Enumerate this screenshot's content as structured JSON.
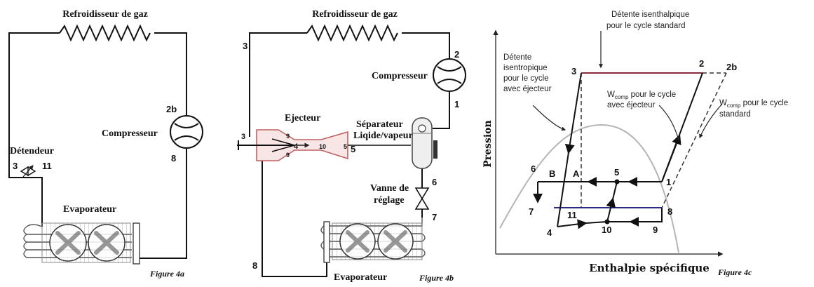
{
  "figure_a": {
    "gas_cooler": "Refroidisseur de gaz",
    "compressor": "Compresseur",
    "expander": "Détendeur",
    "evaporator": "Evaporateur",
    "point_2b": "2b",
    "point_8": "8",
    "point_3": "3",
    "point_11": "11",
    "caption": "Figure 4a"
  },
  "figure_b": {
    "gas_cooler": "Refroidisseur de gaz",
    "compressor": "Compresseur",
    "ejector": "Ejecteur",
    "separator_line1": "Séparateur",
    "separator_line2": "Liqide/vapeur",
    "valve_line1": "Vanne de",
    "valve_line2": "réglage",
    "evaporator": "Evaporateur",
    "points": {
      "p1": "1",
      "p2": "2",
      "p3": "3",
      "p3b": "3",
      "p4": "4",
      "p5": "5",
      "p5b": "5",
      "p6": "6",
      "p7": "7",
      "p8": "8",
      "p9a": "9",
      "p9b": "9",
      "p10": "10"
    },
    "caption": "Figure 4b"
  },
  "figure_c": {
    "ylabel": "Pression",
    "xlabel": "Enthalpie spécifique",
    "caption": "Figure 4c",
    "callouts": {
      "isenthalpic_1": "Détente isenthalpique",
      "isenthalpic_2": "pour le cycle standard",
      "isentropic_1": "Détente",
      "isentropic_2": "isentropique",
      "isentropic_3": "pour le cycle",
      "isentropic_4": "avec éjecteur",
      "wcomp_ej_sub": "comp",
      "wcomp_ej_1": " pour le cycle",
      "wcomp_ej_2": "avec éjecteur",
      "wcomp_std_sub": "comp",
      "wcomp_std_1": " pour le cycle",
      "wcomp_std_2": "standard",
      "w_letter": "W"
    },
    "points": {
      "p1": "1",
      "p2": "2",
      "p2b": "2b",
      "p3": "3",
      "p4": "4",
      "p5": "5",
      "p6": "6",
      "p7": "7",
      "p8": "8",
      "p9": "9",
      "p10": "10",
      "p11": "11",
      "pA": "A",
      "pB": "B"
    },
    "colors": {
      "high_pressure_line": "#8b2a3a",
      "low_pressure_line": "#2a2a8b",
      "dome": "#b5b5b5"
    }
  }
}
